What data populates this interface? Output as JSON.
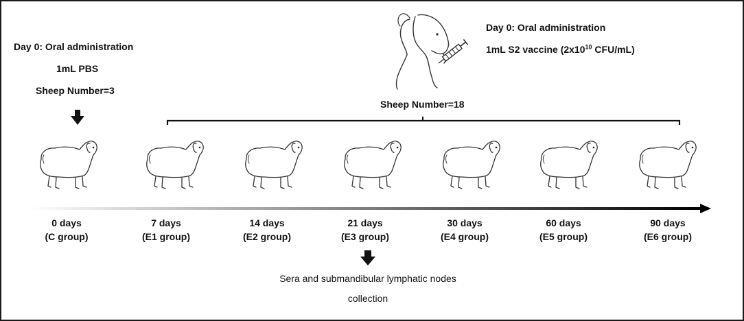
{
  "control": {
    "line1": "Day 0: Oral administration",
    "line2": "1mL PBS",
    "line3": "Sheep Number=3"
  },
  "vaccine": {
    "line1": "Day 0: Oral administration",
    "line2_prefix": "1mL S2 vaccine (2x10",
    "line2_exp": "10",
    "line2_suffix": " CFU/mL)",
    "sheep_number": "Sheep Number=18"
  },
  "timeline": [
    {
      "day": "0 days",
      "group": "(C group)"
    },
    {
      "day": "7 days",
      "group": "(E1 group)"
    },
    {
      "day": "14 days",
      "group": "(E2 group)"
    },
    {
      "day": "21 days",
      "group": "(E3 group)"
    },
    {
      "day": "30 days",
      "group": "(E4 group)"
    },
    {
      "day": "60 days",
      "group": "(E5 group)"
    },
    {
      "day": "90 days",
      "group": "(E6 group)"
    }
  ],
  "collection": {
    "line1": "Sera and submandibular lymphatic nodes",
    "line2": "collection"
  }
}
